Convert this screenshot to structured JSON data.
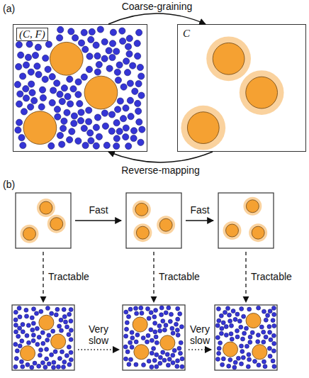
{
  "diagram": {
    "nodes": [
      {
        "text": [
          "(C, F)"
        ]
      },
      {
        "text": [
          "C"
        ]
      }
    ],
    "edges": [
      {
        "from": 0,
        "to": 1,
        "label": "Coarse-graining",
        "arrow": "to"
      },
      {
        "from": 1,
        "to": 0,
        "label": "Reverse-mapping",
        "arrow": "to"
      }
    ],
    "labels": [
      "(a)",
      "(b)",
      "Fast",
      "Fast",
      "Tractable",
      "Tractable",
      "Tractable",
      "Very slow",
      "Very slow"
    ]
  }
}
